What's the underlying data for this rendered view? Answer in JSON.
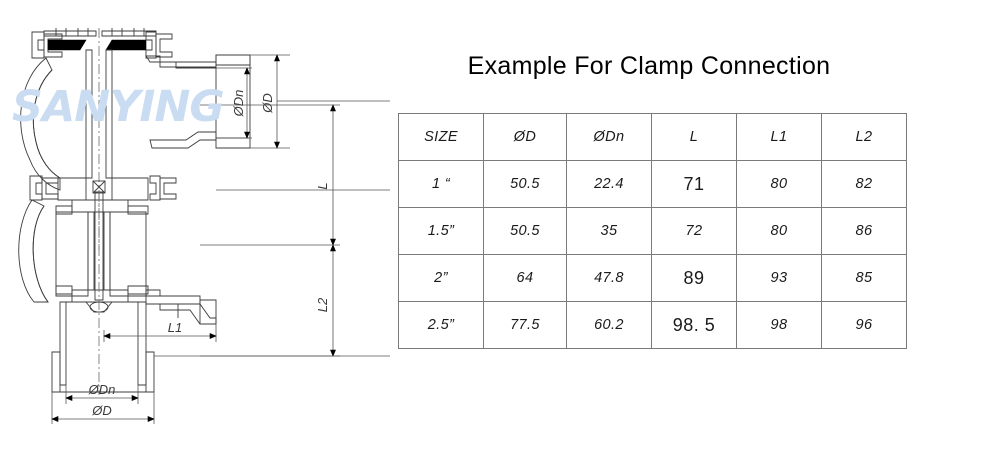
{
  "title": "Example For Clamp Connection",
  "watermark": "SANYING",
  "theme": {
    "background": "#ffffff",
    "line_color": "#3c3c3c",
    "table_border": "#7a7a7a",
    "watermark_color": "#c9dcf2",
    "text_color": "#1a1a1a"
  },
  "drawing": {
    "name": "clamp-connection-valve-cross-section",
    "dimension_labels": [
      {
        "id": "dn-top",
        "text": "ØDn",
        "orientation": "vertical"
      },
      {
        "id": "d-top",
        "text": "ØD",
        "orientation": "vertical"
      },
      {
        "id": "l-right",
        "text": "L",
        "orientation": "vertical"
      },
      {
        "id": "l2-right",
        "text": "L2",
        "orientation": "vertical"
      },
      {
        "id": "l1-bottom",
        "text": "L1",
        "orientation": "horizontal"
      },
      {
        "id": "dn-bottom",
        "text": "ØDn",
        "orientation": "horizontal"
      },
      {
        "id": "d-bottom",
        "text": "ØD",
        "orientation": "horizontal"
      }
    ]
  },
  "chart_data": {
    "type": "table",
    "title": "Example For Clamp Connection",
    "columns": [
      "SIZE",
      "ØD",
      "ØDn",
      "L",
      "L1",
      "L2"
    ],
    "rows": [
      {
        "SIZE": "1 “",
        "ØD": "50.5",
        "ØDn": "22.4",
        "L": "71",
        "L1": "80",
        "L2": "82"
      },
      {
        "SIZE": "1.5”",
        "ØD": "50.5",
        "ØDn": "35",
        "L": "72",
        "L1": "80",
        "L2": "86"
      },
      {
        "SIZE": "2”",
        "ØD": "64",
        "ØDn": "47.8",
        "L": "89",
        "L1": "93",
        "L2": "85"
      },
      {
        "SIZE": "2.5”",
        "ØD": "77.5",
        "ØDn": "60.2",
        "L": "98. 5",
        "L1": "98",
        "L2": "96"
      }
    ],
    "xlabel": "",
    "ylabel": "",
    "grid": true,
    "legend": "none"
  }
}
